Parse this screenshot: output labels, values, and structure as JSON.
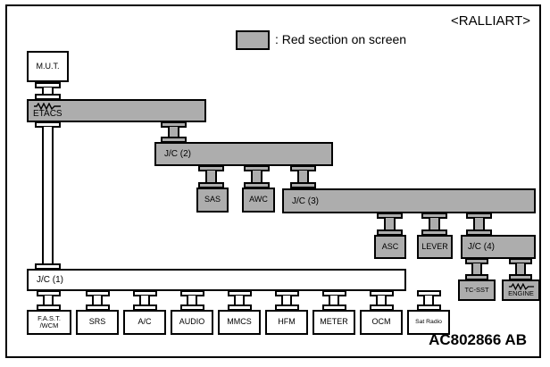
{
  "diagram": {
    "title": "<RALLIART>",
    "part_number": "AC802866 AB",
    "legend": {
      "swatch_color": "#adadad",
      "text": ": Red section on screen"
    },
    "nodes": {
      "mut": {
        "label": "M.U.T.",
        "fill": "white"
      },
      "etacs": {
        "label": "ETACS",
        "fill": "gray",
        "has_waveform_icon": true
      },
      "jc2": {
        "label": "J/C (2)",
        "fill": "gray"
      },
      "sas": {
        "label": "SAS",
        "fill": "gray"
      },
      "awc": {
        "label": "AWC",
        "fill": "gray"
      },
      "jc3": {
        "label": "J/C (3)",
        "fill": "gray"
      },
      "asc": {
        "label": "ASC",
        "fill": "gray"
      },
      "lever": {
        "label": "LEVER",
        "fill": "gray"
      },
      "jc4": {
        "label": "J/C (4)",
        "fill": "gray"
      },
      "tcsst": {
        "label": "TC-SST",
        "fill": "gray"
      },
      "engine": {
        "label": "ENGINE",
        "fill": "gray",
        "has_waveform_icon": true
      },
      "jc1": {
        "label": "J/C (1)",
        "fill": "white"
      },
      "fast_wcm": {
        "label_line1": "F.A.S.T.",
        "label_line2": "/WCM",
        "fill": "white"
      },
      "srs": {
        "label": "SRS",
        "fill": "white"
      },
      "ac": {
        "label": "A/C",
        "fill": "white"
      },
      "audio": {
        "label": "AUDIO",
        "fill": "white"
      },
      "mmcs": {
        "label": "MMCS",
        "fill": "white"
      },
      "hfm": {
        "label": "HFM",
        "fill": "white"
      },
      "meter": {
        "label": "METER",
        "fill": "white"
      },
      "ocm": {
        "label": "OCM",
        "fill": "white"
      },
      "sat_radio": {
        "label": "Sat Radio",
        "fill": "white"
      }
    }
  }
}
